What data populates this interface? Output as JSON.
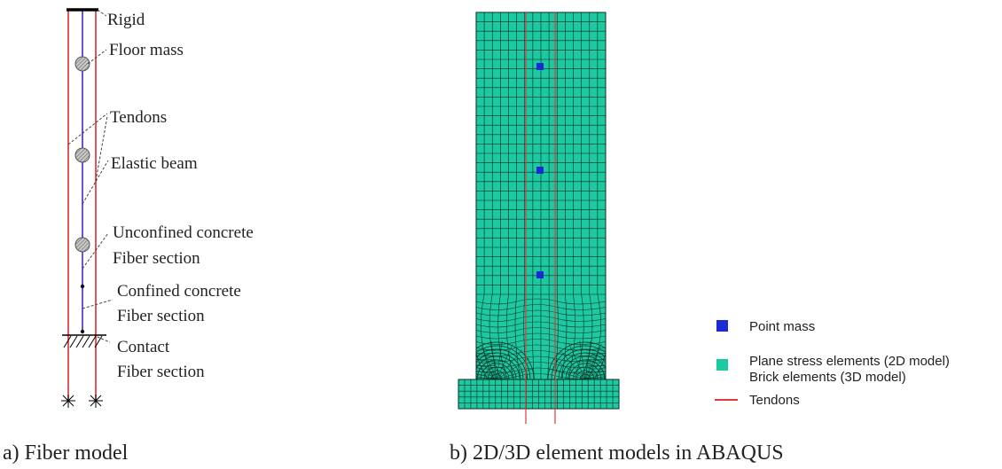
{
  "fiber_model": {
    "labels": {
      "rigid": "Rigid",
      "floor_mass": "Floor mass",
      "tendons": "Tendons",
      "elastic_beam": "Elastic beam",
      "unconfined_1": "Unconfined concrete",
      "unconfined_2": "Fiber section",
      "confined_1": "Confined concrete",
      "confined_2": "Fiber section",
      "contact_1": "Contact",
      "contact_2": "Fiber section"
    },
    "colors": {
      "tendon": "#d63031",
      "beam": "#5b3fd6",
      "mass": "#777777"
    },
    "floor_mass_count": 3
  },
  "fe_model": {
    "colors": {
      "mesh": "#1dc9a0",
      "line": "#0a2a22",
      "point_mass": "#1a2bd6",
      "tendon": "#e03a3a"
    },
    "point_mass_count": 3,
    "legend": {
      "point_mass": "Point mass",
      "elements_1": "Plane stress elements (2D model)",
      "elements_2": "Brick elements (3D model)",
      "tendons": "Tendons"
    }
  },
  "captions": {
    "a": "a) Fiber model",
    "b": "b) 2D/3D element models in ABAQUS"
  }
}
